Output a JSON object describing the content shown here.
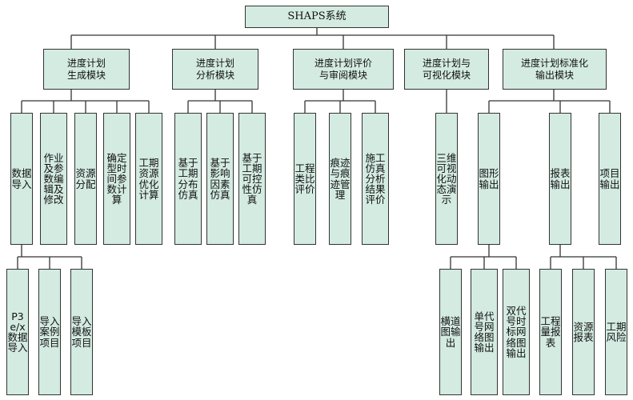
{
  "root": "SHAPS系统",
  "modules": [
    {
      "label": "进度计划\n生成模块",
      "children": [
        {
          "label": "数据导入",
          "children": [
            "P3e/x数据导入",
            "导入案例项目",
            "导入模板项目"
          ]
        },
        {
          "label": "作业及参\n数编辑及修改"
        },
        {
          "label": "资源分配"
        },
        {
          "label": "确定型时\n间参数计算"
        },
        {
          "label": "工期资源\n优化计算"
        }
      ]
    },
    {
      "label": "进度计划\n分析模块",
      "children": [
        {
          "label": "基于工期\n分布仿真"
        },
        {
          "label": "基于影响\n因素仿真"
        },
        {
          "label": "基于工期\n可控性仿真"
        }
      ]
    },
    {
      "label": "进度计划评价\n与审阅模块",
      "children": [
        {
          "label": "工程类比评价"
        },
        {
          "label": "痕迹与痕迹管理"
        },
        {
          "label": "施工仿真\n分析结果评价"
        }
      ]
    },
    {
      "label": "进度计划与\n可视化模块",
      "children": [
        {
          "label": "三维可视化动态演示"
        }
      ]
    },
    {
      "label": "进度计划标准化\n输出模块",
      "children": [
        {
          "label": "图形输出",
          "children": [
            "横道图输出",
            "单代号网络图输出",
            "双代号时标网络图输出"
          ]
        },
        {
          "label": "报表输出",
          "children": [
            "工程量报表",
            "资源报表",
            "工期风险"
          ]
        },
        {
          "label": "项目输出"
        }
      ]
    }
  ]
}
